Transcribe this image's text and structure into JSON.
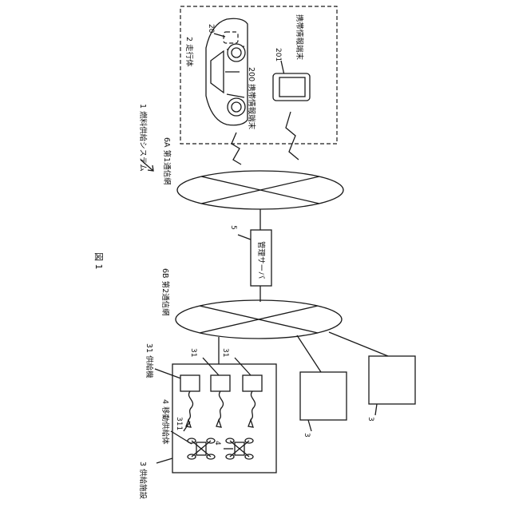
{
  "figure": {
    "title": "図 1"
  },
  "labels": {
    "system": "1 燃料供給システム",
    "network_1": "6A 第1通信網",
    "network_2": "6B 第2通信網",
    "server": "管理サーバ",
    "server_ref": "5",
    "vehicle": "2 走行体",
    "vehicle_ref": "20",
    "terminal": "200 携帯情報端末",
    "terminal_ref": "201",
    "facility": "3 供給施設",
    "supplier": "31 供給機",
    "supplier_ref_a": "31",
    "supplier_ref_b": "31",
    "hose_ref": "311",
    "mobile_body": "4 移動供給体",
    "mobile_body_ref": "4",
    "facility_ref_a": "3",
    "facility_ref_b": "3"
  }
}
